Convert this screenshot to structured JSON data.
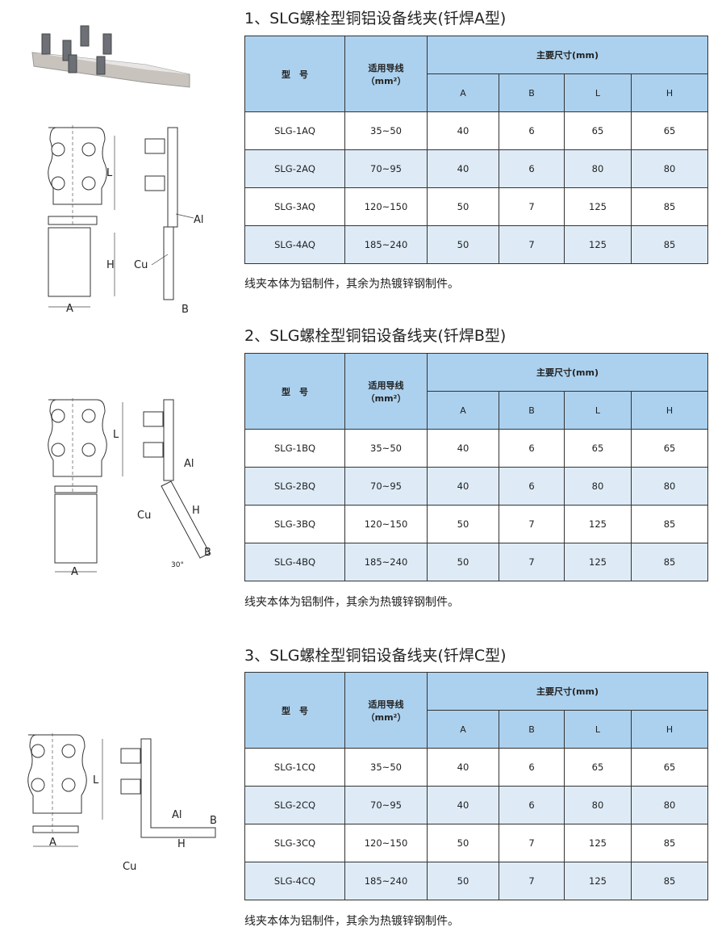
{
  "sections": [
    {
      "title": "1、SLG螺栓型铜铝设备线夹(钎焊A型)",
      "note": "线夹本体为铝制件，其余为热镀锌钢制件。",
      "rows": [
        [
          "SLG-1AQ",
          "35~50",
          "40",
          "6",
          "65",
          "65"
        ],
        [
          "SLG-2AQ",
          "70~95",
          "40",
          "6",
          "80",
          "80"
        ],
        [
          "SLG-3AQ",
          "120~150",
          "50",
          "7",
          "125",
          "85"
        ],
        [
          "SLG-4AQ",
          "185~240",
          "50",
          "7",
          "125",
          "85"
        ]
      ]
    },
    {
      "title": "2、SLG螺栓型铜铝设备线夹(钎焊B型)",
      "note": "线夹本体为铝制件，其余为热镀锌钢制件。",
      "rows": [
        [
          "SLG-1BQ",
          "35~50",
          "40",
          "6",
          "65",
          "65"
        ],
        [
          "SLG-2BQ",
          "70~95",
          "40",
          "6",
          "80",
          "80"
        ],
        [
          "SLG-3BQ",
          "120~150",
          "50",
          "7",
          "125",
          "85"
        ],
        [
          "SLG-4BQ",
          "185~240",
          "50",
          "7",
          "125",
          "85"
        ]
      ]
    },
    {
      "title": "3、SLG螺栓型铜铝设备线夹(钎焊C型)",
      "note": "线夹本体为铝制件，其余为热镀锌钢制件。",
      "rows": [
        [
          "SLG-1CQ",
          "35~50",
          "40",
          "6",
          "65",
          "65"
        ],
        [
          "SLG-2CQ",
          "70~95",
          "40",
          "6",
          "80",
          "80"
        ],
        [
          "SLG-3CQ",
          "120~150",
          "50",
          "7",
          "125",
          "85"
        ],
        [
          "SLG-4CQ",
          "185~240",
          "50",
          "7",
          "125",
          "85"
        ]
      ]
    }
  ],
  "table_header": {
    "model": "型　号",
    "wire": "适用导线",
    "wire_unit": "（mm²）",
    "dims": "主要尺寸(mm)",
    "cols": [
      "A",
      "B",
      "L",
      "H"
    ]
  },
  "diagram_labels": {
    "A": "A",
    "B": "B",
    "L": "L",
    "H": "H",
    "Al": "Al",
    "Cu": "Cu",
    "angle": "30°"
  }
}
